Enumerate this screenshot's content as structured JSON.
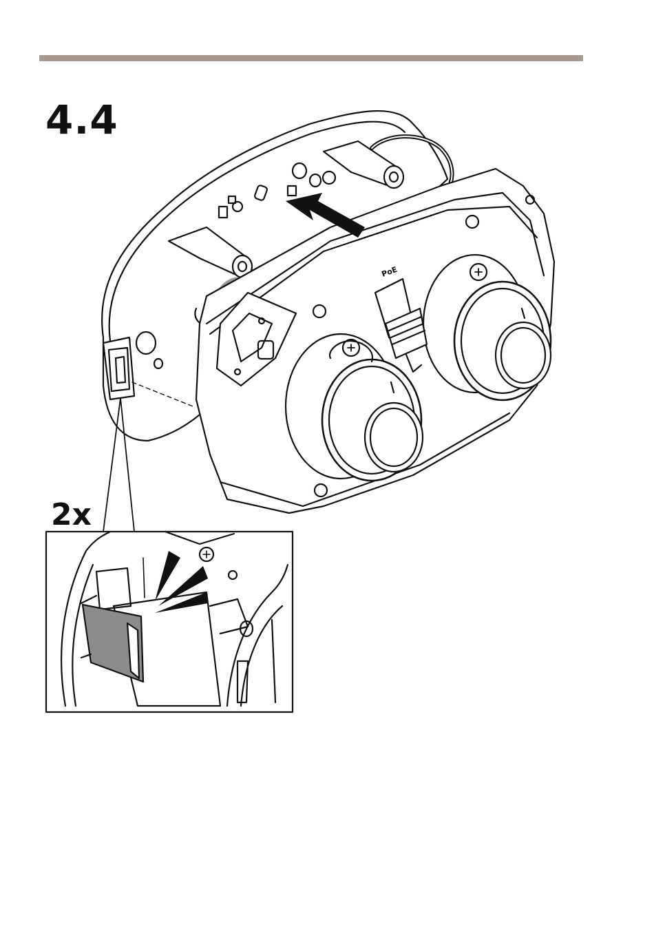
{
  "step": {
    "number": "4.4"
  },
  "detail": {
    "quantity": "2x"
  },
  "device": {
    "port_label": "PoE"
  },
  "colors": {
    "rule": "#a89990",
    "clip_fill": "#8c8c8c",
    "shade": "#9a9a9a",
    "ink": "#111111"
  },
  "icons": [
    "push-direction-arrow",
    "click-sound-burst",
    "release-clip"
  ]
}
